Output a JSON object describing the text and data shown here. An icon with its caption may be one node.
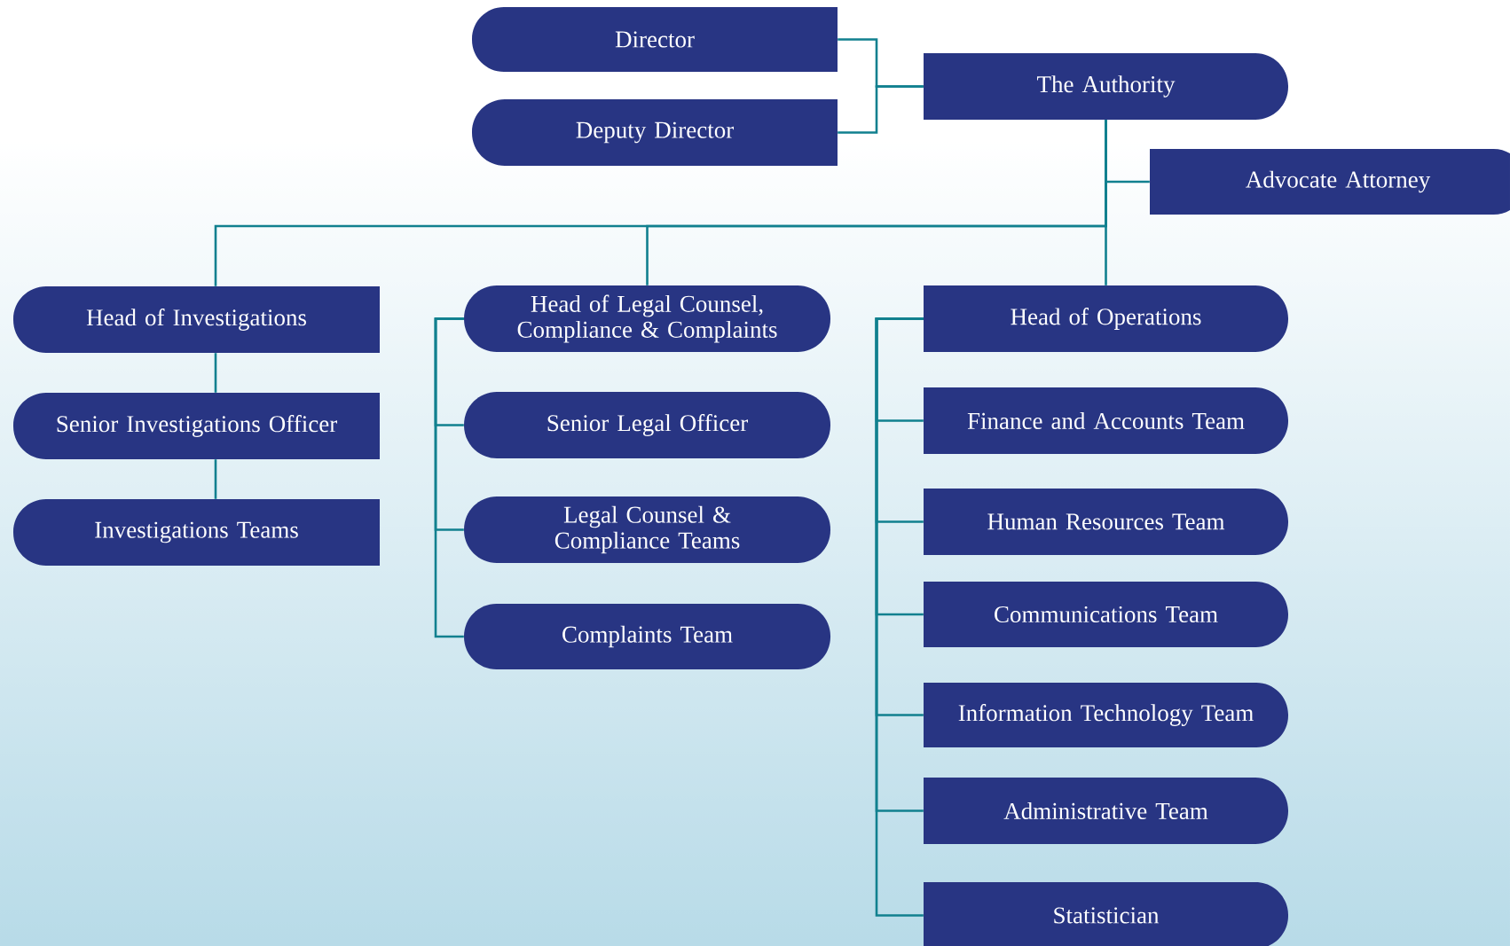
{
  "diagram": {
    "nodes": [
      {
        "text": [
          "Director"
        ]
      },
      {
        "text": [
          "Deputy Director"
        ]
      },
      {
        "text": [
          "The Authority"
        ]
      },
      {
        "text": [
          "Advocate Attorney"
        ]
      },
      {
        "text": [
          "Head of Investigations"
        ]
      },
      {
        "text": [
          "Senior Investigations Officer"
        ]
      },
      {
        "text": [
          "Investigations Teams"
        ]
      },
      {
        "text": [
          "Head of Legal Counsel, Compliance & Complaints"
        ]
      },
      {
        "text": [
          "Senior Legal Officer"
        ]
      },
      {
        "text": [
          "Legal Counsel & Compliance Teams"
        ]
      },
      {
        "text": [
          "Complaints Team"
        ]
      },
      {
        "text": [
          "Head of Operations"
        ]
      },
      {
        "text": [
          "Finance and Accounts Team"
        ]
      },
      {
        "text": [
          "Human Resources Team"
        ]
      },
      {
        "text": [
          "Communications Team"
        ]
      },
      {
        "text": [
          "Information Technology Team"
        ]
      },
      {
        "text": [
          "Administrative Team"
        ]
      },
      {
        "text": [
          "Statistician"
        ]
      }
    ],
    "edges": [
      {
        "from": 0,
        "to": 2,
        "arrow": "none"
      },
      {
        "from": 1,
        "to": 2,
        "arrow": "none"
      },
      {
        "from": 2,
        "to": 3,
        "arrow": "none"
      },
      {
        "from": 2,
        "to": 4,
        "arrow": "none"
      },
      {
        "from": 2,
        "to": 7,
        "arrow": "none"
      },
      {
        "from": 2,
        "to": 11,
        "arrow": "none"
      },
      {
        "from": 4,
        "to": 5,
        "arrow": "none"
      },
      {
        "from": 5,
        "to": 6,
        "arrow": "none"
      },
      {
        "from": 7,
        "to": 8,
        "arrow": "none"
      },
      {
        "from": 7,
        "to": 9,
        "arrow": "none"
      },
      {
        "from": 7,
        "to": 10,
        "arrow": "none"
      },
      {
        "from": 11,
        "to": 12,
        "arrow": "none"
      },
      {
        "from": 11,
        "to": 13,
        "arrow": "none"
      },
      {
        "from": 11,
        "to": 14,
        "arrow": "none"
      },
      {
        "from": 11,
        "to": 15,
        "arrow": "none"
      },
      {
        "from": 11,
        "to": 16,
        "arrow": "none"
      },
      {
        "from": 11,
        "to": 17,
        "arrow": "none"
      }
    ]
  }
}
